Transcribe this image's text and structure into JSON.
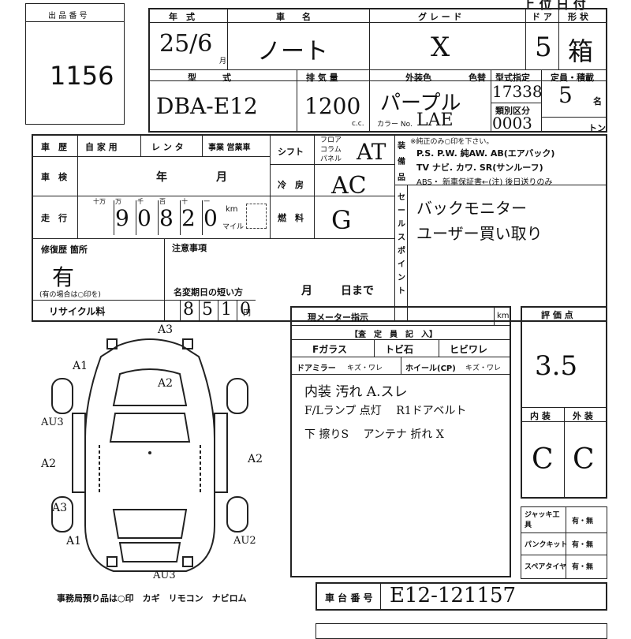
{
  "lot": {
    "label": "出 品 番 号",
    "number": "1156"
  },
  "top_right": "上 位 日 付",
  "header": {
    "year_label": "年　式",
    "car_label": "車　　名",
    "grade_label": "グ レ ー ド",
    "door_label": "ド ア",
    "shape_label": "形 状",
    "year": "25/6",
    "month_unit": "月",
    "car_name": "ノート",
    "grade": "X",
    "doors": "5",
    "shape": "箱",
    "model_label": "型　　　式",
    "disp_label": "排 気 量",
    "color_label": "外装色",
    "color2_label": "色替",
    "typeno_label": "型式指定",
    "class_label": "類別区分",
    "cap_label": "定員・積載",
    "model": "DBA-E12",
    "displacement": "1200",
    "cc": "c.c.",
    "color": "パープル",
    "color_code_label": "カラー No.",
    "color_code": "LAE",
    "type_no": "17338",
    "class_no": "0003",
    "capacity": "5",
    "cap_unit": "名",
    "ton_unit": "トン"
  },
  "history": {
    "label": "車　歴",
    "opts": [
      "自 家 用",
      "レ ン タ",
      "事業 営業車"
    ],
    "shaken_label": "車　検",
    "year_unit": "年",
    "month_unit": "月",
    "mileage_label": "走　行",
    "digit_labels": [
      "十万",
      "万",
      "千",
      "百",
      "十",
      "一"
    ],
    "mileage": [
      "",
      "9",
      "0",
      "8",
      "2",
      "0"
    ],
    "km": "km",
    "mile": "マイル"
  },
  "shift": {
    "label": "シフト",
    "opts": [
      "フロア",
      "コラム",
      "パネル"
    ],
    "value": "AT"
  },
  "ac": {
    "label": "冷　房",
    "value": "AC"
  },
  "fuel": {
    "label": "燃　料",
    "value": "G"
  },
  "equip": {
    "label": "装 備 品",
    "note": "※純正のみ○印を下さい。",
    "line1": "P.S. P.W. 純AW. AB(エアバック)",
    "line2": "TV ナビ. カワ. SR(サンルーフ)",
    "line3": "ABS・ 新車保証書←(注) 後日送りのみ"
  },
  "sales": {
    "label": "セ ー ル ス ポ イ ン ト",
    "lines": [
      "バックモニター",
      "ユーザー買い取り"
    ]
  },
  "repair": {
    "label": "修復歴 箇所",
    "value": "有",
    "note": "(有の場合は○印を)"
  },
  "caution": {
    "label": "注意事項",
    "deadline": "名変期日の短い方",
    "month": "月",
    "day": "日まで"
  },
  "recycle": {
    "label": "リサイクル料",
    "digits": [
      "8",
      "5",
      "1",
      "0"
    ],
    "unit": "円"
  },
  "inspect": {
    "meter_label": "現メーター指示",
    "km": "km",
    "title": "【査　定　員　記　入】",
    "glass_label": "Fガラス",
    "glass_opts": [
      "トビ石",
      "ヒビワレ"
    ],
    "mirror_label": "ドアミラー",
    "mirror_opts": "キズ・ワレ",
    "wheel_label": "ホイール(CP)",
    "wheel_opts": "キズ・ワレ",
    "notes": [
      "内装 汚れ A.スレ",
      "F/Lランプ 点灯 　R1ドアベルト",
      "下 擦りS 　アンテナ 折れ X"
    ]
  },
  "score": {
    "label": "評 価 点",
    "value": "3.5",
    "int_label": "内 装",
    "ext_label": "外 装",
    "int": "C",
    "ext": "C"
  },
  "tools": [
    {
      "label": "ジャッキ工具",
      "val": "有・無"
    },
    {
      "label": "パンクキット",
      "val": "有・無"
    },
    {
      "label": "スペアタイヤ",
      "val": "有・無"
    }
  ],
  "diagram": {
    "marks": [
      "A3",
      "A1",
      "A2",
      "AU3",
      "A2",
      "A2",
      "A3",
      "A1",
      "AU2",
      "AU3"
    ]
  },
  "office": "事務局預り品は○印　カギ　リモコン　ナビロム",
  "chassis": {
    "label": "車 台 番 号",
    "value": "E12-121157"
  }
}
